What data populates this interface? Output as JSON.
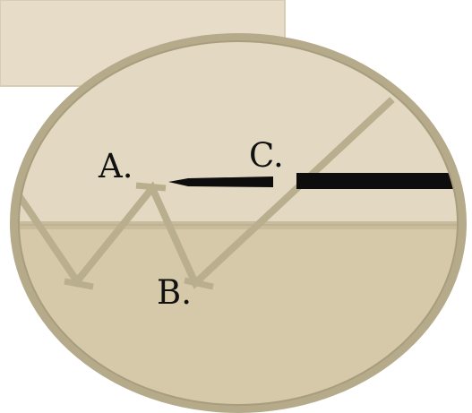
{
  "labels": {
    "a": "A.",
    "b": "B.",
    "c": "C."
  },
  "colors": {
    "background": "#ffffff",
    "panel": "#e6dcc8",
    "rim": "#b5aa8a",
    "upper_fill": "#e3d9c2",
    "lower_fill": "#d6c9a9",
    "surface_line": "#c9bc9d",
    "track": "#b9ae8e",
    "needle": "#0d0d0d"
  }
}
